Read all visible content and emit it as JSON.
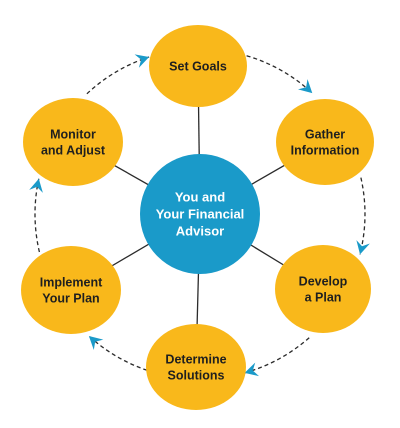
{
  "colors": {
    "outer_node": "#f9b81b",
    "center_node": "#1a9ac9",
    "arrow": "#1a9ac9",
    "cycle_line": "#2b2b2b",
    "spoke": "#2b2b2b"
  },
  "center": {
    "lines": [
      "You and",
      "Your Financial",
      "Advisor"
    ]
  },
  "nodes": [
    {
      "id": "set-goals",
      "lines": [
        "Set Goals"
      ]
    },
    {
      "id": "gather-information",
      "lines": [
        "Gather",
        "Information"
      ]
    },
    {
      "id": "develop-a-plan",
      "lines": [
        "Develop",
        "a Plan"
      ]
    },
    {
      "id": "determine-solutions",
      "lines": [
        "Determine",
        "Solutions"
      ]
    },
    {
      "id": "implement-your-plan",
      "lines": [
        "Implement",
        "Your Plan"
      ]
    },
    {
      "id": "monitor-and-adjust",
      "lines": [
        "Monitor",
        "and Adjust"
      ]
    }
  ],
  "flow": [
    [
      "set-goals",
      "gather-information"
    ],
    [
      "gather-information",
      "develop-a-plan"
    ],
    [
      "develop-a-plan",
      "determine-solutions"
    ],
    [
      "determine-solutions",
      "implement-your-plan"
    ],
    [
      "implement-your-plan",
      "monitor-and-adjust"
    ],
    [
      "monitor-and-adjust",
      "set-goals"
    ]
  ]
}
